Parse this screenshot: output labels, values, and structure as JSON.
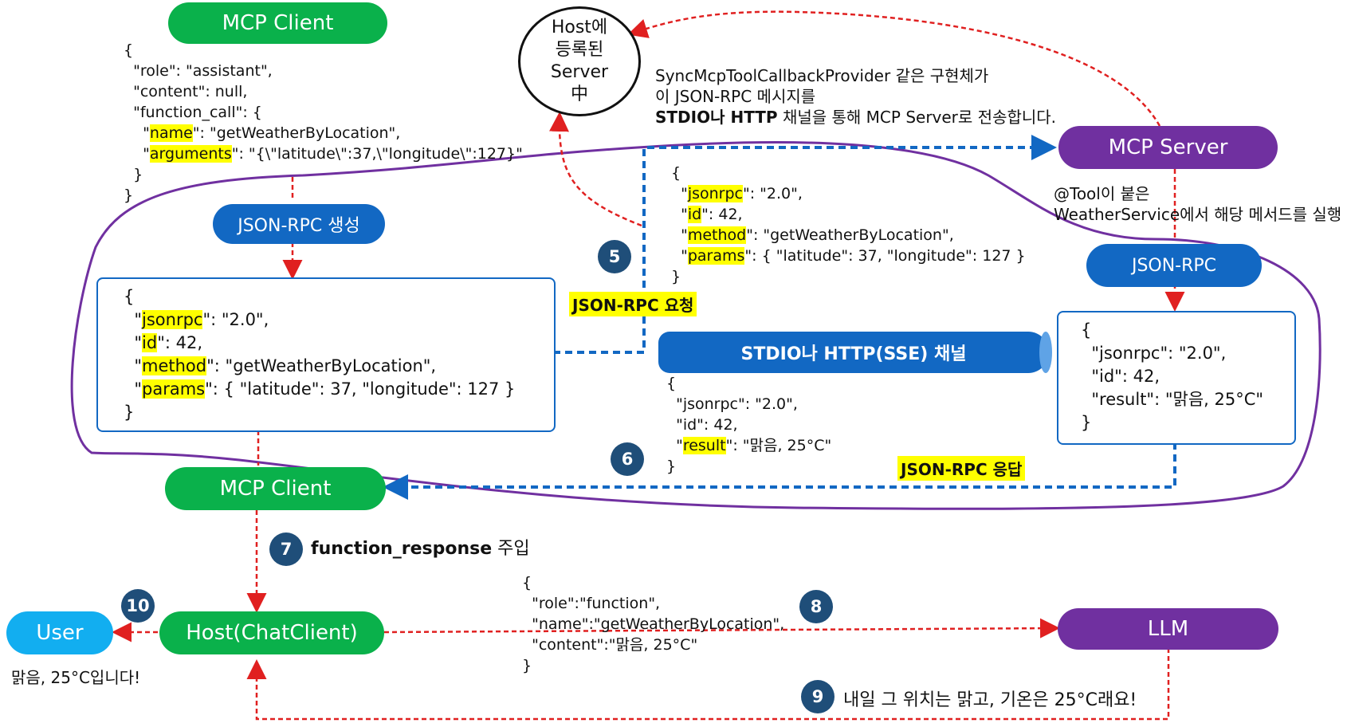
{
  "nodes": {
    "mcp_client_top": "MCP Client",
    "json_rpc_create": "JSON-RPC 생성",
    "host_server_circle": [
      "Host에",
      "등록된",
      "Server",
      "中"
    ],
    "mcp_server": "MCP Server",
    "json_rpc_server": "JSON-RPC",
    "mcp_client_mid": "MCP Client",
    "channel": "STDIO나 HTTP(SSE) 채널",
    "host_chatclient": "Host(ChatClient)",
    "user": "User",
    "llm": "LLM"
  },
  "function_call_json": {
    "l1": "{",
    "l2": "\"role\": \"assistant\",",
    "l3": "\"content\": null,",
    "l4": "\"function_call\": {",
    "l5_hl": "name",
    "l5_rest": "\": \"getWeatherByLocation\",",
    "l6_hl": "arguments",
    "l6_rest": "\": \"{\\\"latitude\\\":37,\\\"longitude\\\":127}\"",
    "l7": "}",
    "l8": "}"
  },
  "rpc_request_box": {
    "l1": "{",
    "k1": "jsonrpc",
    "v1": "\": \"2.0\",",
    "k2": "id",
    "v2": "\": 42,",
    "k3": "method",
    "v3": "\": \"getWeatherByLocation\",",
    "k4": "params",
    "v4": "\": { \"latitude\": 37, \"longitude\": 127 }",
    "l6": "}"
  },
  "rpc_request_top": {
    "l1": "{",
    "k1": "jsonrpc",
    "v1": "\": \"2.0\",",
    "k2": "id",
    "v2": "\": 42,",
    "k3": "method",
    "v3": "\": \"getWeatherByLocation\",",
    "k4": "params",
    "v4": "\": { \"latitude\": 37, \"longitude\": 127 }",
    "l6": "}"
  },
  "rpc_response_box": {
    "l1": "{",
    "l2": "\"jsonrpc\": \"2.0\",",
    "l3": "\"id\": 42,",
    "l4": "\"result\": \"맑음, 25°C\"",
    "l5": "}"
  },
  "rpc_response_mid": {
    "l1": "{",
    "l2": "\"jsonrpc\": \"2.0\",",
    "l3": "\"id\": 42,",
    "k4": "result",
    "v4": "\": \"맑음, 25°C\"",
    "l5": "}"
  },
  "function_msg": {
    "l1": "{",
    "l2": "\"role\":\"function\",",
    "l3": "\"name\":\"getWeatherByLocation\",",
    "l4": "\"content\":\"맑음, 25°C\"",
    "l5": "}"
  },
  "notes": {
    "sync_line1": "SyncMcpToolCallbackProvider 같은 구현체가",
    "sync_line2": "이 JSON-RPC 메시지를",
    "sync_line3_bold": "STDIO나 HTTP",
    "sync_line3_rest": " 채널을 통해 MCP Server로 전송합니다.",
    "tool_line1": "@Tool이 붙은",
    "tool_line2": "WeatherService에서 해당 메서드를 실행",
    "rpc_request_label": "JSON-RPC 요청",
    "rpc_response_label": "JSON-RPC 응답",
    "step7_bold": "function_response",
    "step7_rest": " 주입",
    "user_answer": "맑음, 25°C입니다!",
    "llm_answer": "내일 그 위치는 맑고, 기온은 25°C래요!"
  },
  "steps": {
    "s5": "5",
    "s6": "6",
    "s7": "7",
    "s8": "8",
    "s9": "9",
    "s10": "10"
  },
  "colors": {
    "green": "#0ab14b",
    "blue": "#1268c3",
    "purple": "#7030a0",
    "cyan": "#12aef0",
    "red": "#e02020",
    "badge": "#1f4e79",
    "highlight": "#ffff00"
  }
}
